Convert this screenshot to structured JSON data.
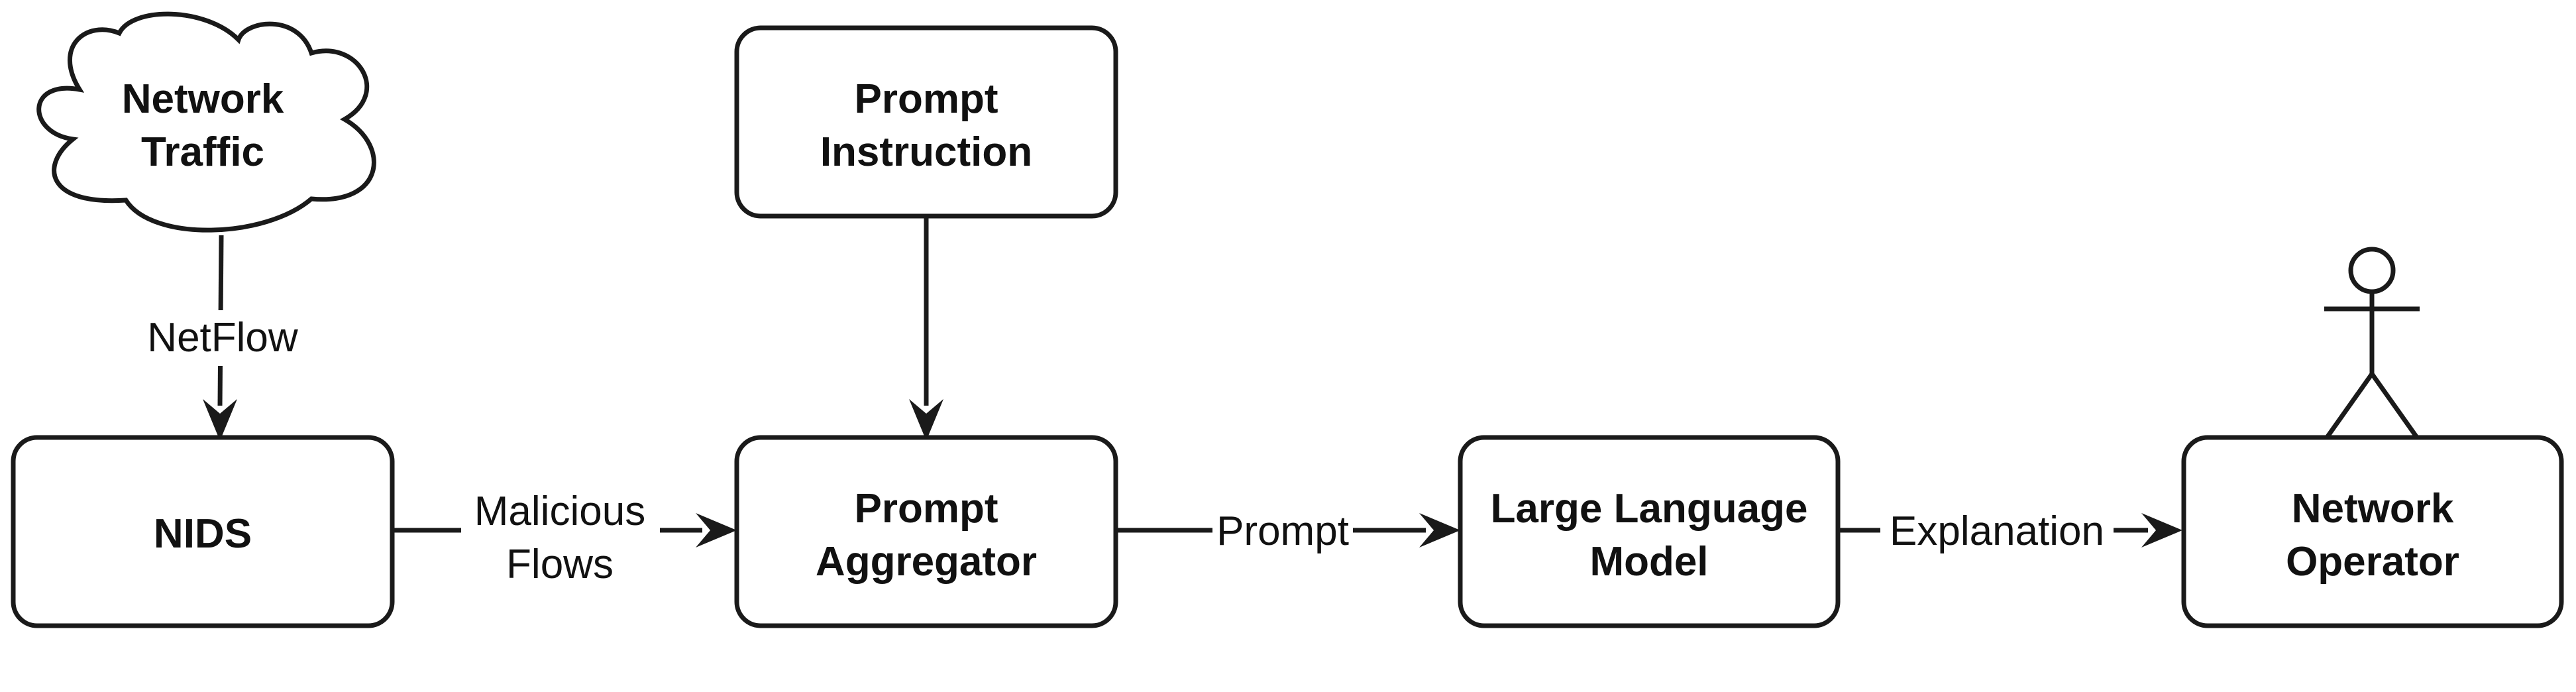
{
  "nodes": {
    "network_traffic": {
      "lines": [
        "Network",
        "Traffic"
      ],
      "shape": "cloud"
    },
    "prompt_instruction": {
      "lines": [
        "Prompt",
        "Instruction"
      ],
      "shape": "rounded-rect"
    },
    "nids": {
      "lines": [
        "NIDS"
      ],
      "shape": "rounded-rect"
    },
    "prompt_aggregator": {
      "lines": [
        "Prompt",
        "Aggregator"
      ],
      "shape": "rounded-rect"
    },
    "large_language_model": {
      "lines": [
        "Large Language",
        "Model"
      ],
      "shape": "rounded-rect"
    },
    "network_operator": {
      "lines": [
        "Network",
        "Operator"
      ],
      "shape": "rounded-rect",
      "icon": "person-icon"
    }
  },
  "edges": {
    "netflow": {
      "from": "Network Traffic",
      "to": "NIDS",
      "lines": [
        "NetFlow"
      ]
    },
    "instruction": {
      "from": "Prompt Instruction",
      "to": "Prompt Aggregator",
      "lines": []
    },
    "malicious_flows": {
      "from": "NIDS",
      "to": "Prompt Aggregator",
      "lines": [
        "Malicious",
        "Flows"
      ]
    },
    "prompt": {
      "from": "Prompt Aggregator",
      "to": "Large Language Model",
      "lines": [
        "Prompt"
      ]
    },
    "explanation": {
      "from": "Large Language Model",
      "to": "Network Operator",
      "lines": [
        "Explanation"
      ]
    }
  },
  "colors": {
    "stroke": "#1a1a1a",
    "fill": "#ffffff",
    "text": "#111111"
  }
}
